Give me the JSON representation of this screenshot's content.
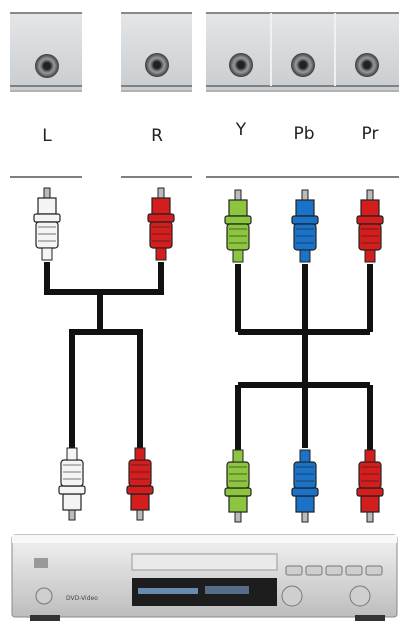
{
  "labels": {
    "left_audio": "L",
    "right_audio": "R",
    "component_y": "Y",
    "component_pb": "Pb",
    "component_pr": "Pr"
  },
  "colors": {
    "panel": "#d6d9db",
    "plug_white": "#f4f4f4",
    "plug_red": "#d41d1d",
    "plug_green": "#8cc63e",
    "plug_blue": "#1a73c9",
    "cable": "#111111",
    "player_body": "#dcdcdc",
    "player_display": "#1d1d1d"
  },
  "player": {
    "front_label": "DVD-Video"
  }
}
